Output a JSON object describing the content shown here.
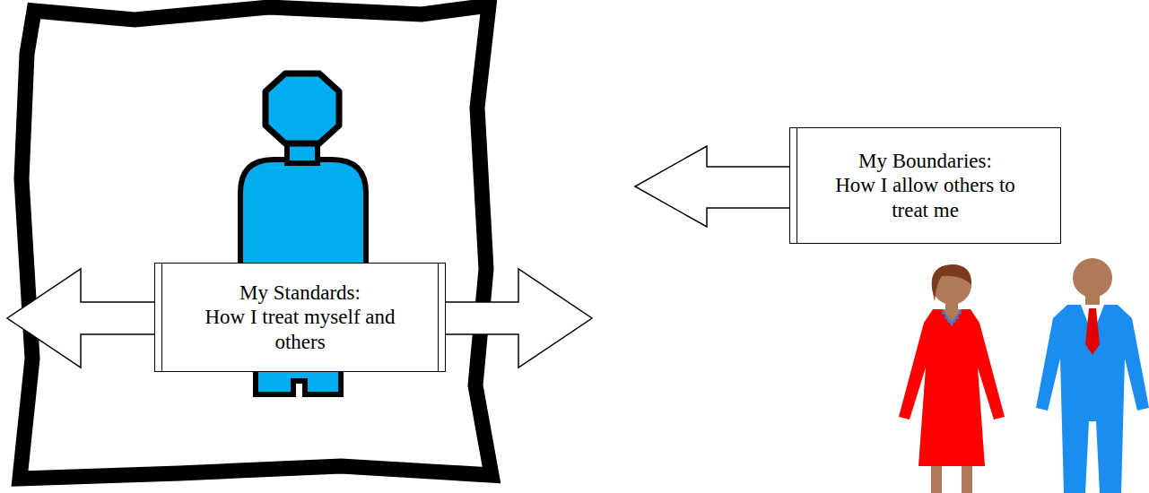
{
  "diagram": {
    "nodes": [
      {
        "text": [
          "My Standards:",
          "How I treat myself and others"
        ]
      },
      {
        "text": [
          "My Boundaries:",
          "How I allow others to treat me"
        ]
      }
    ]
  }
}
